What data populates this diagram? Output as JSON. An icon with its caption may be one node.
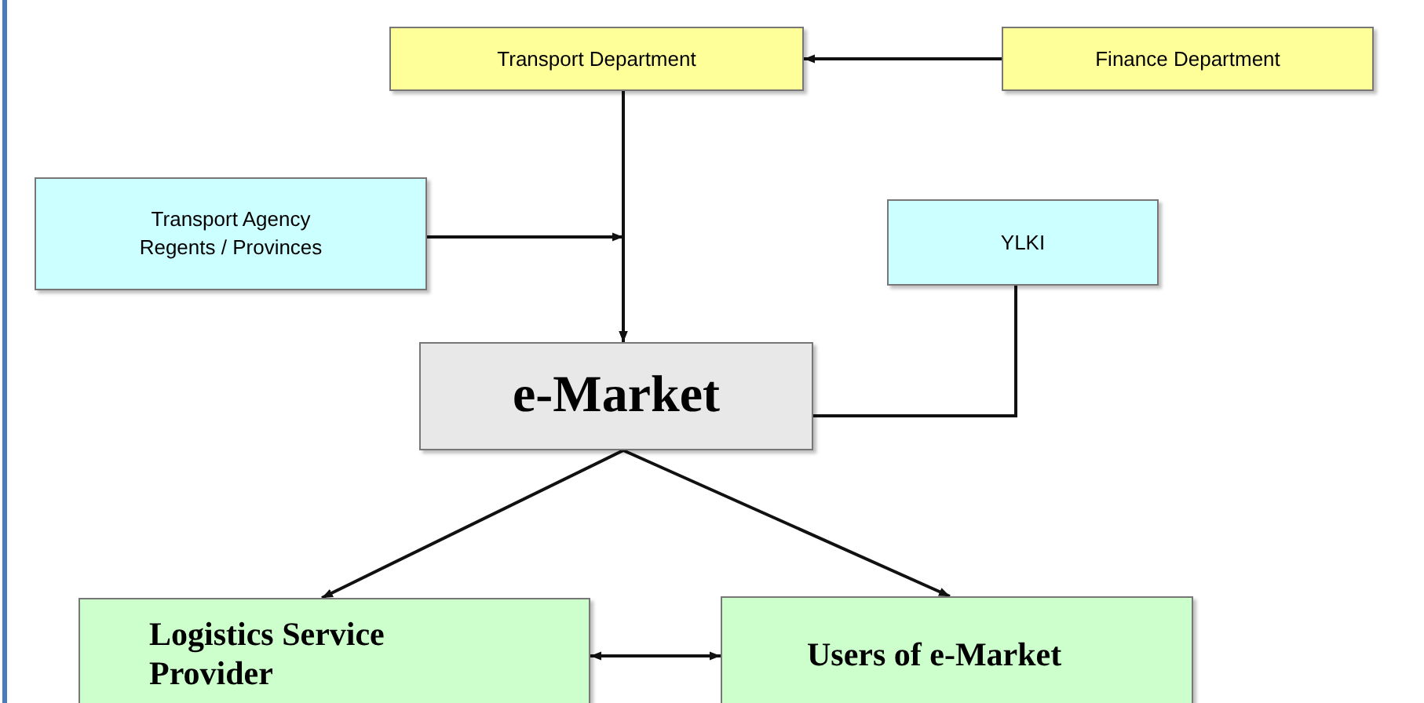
{
  "diagram": {
    "nodes": [
      {
        "text": [
          "Transport Department"
        ]
      },
      {
        "text": [
          "Finance Department"
        ]
      },
      {
        "text": [
          "Transport Agency Regents / Provinces"
        ]
      },
      {
        "text": [
          "YLKI"
        ]
      },
      {
        "text": [
          "e-Market"
        ]
      },
      {
        "text": [
          "Logistics Service Provider"
        ]
      },
      {
        "text": [
          "Users of e-Market"
        ]
      }
    ],
    "edges": [
      {
        "from": 1,
        "to": 0,
        "arrow": "to"
      },
      {
        "from": 0,
        "to": 4,
        "arrow": "to"
      },
      {
        "from": 2,
        "to": 4,
        "arrow": "to"
      },
      {
        "from": 3,
        "to": 4,
        "arrow": "none"
      },
      {
        "from": 4,
        "to": 5,
        "arrow": "to"
      },
      {
        "from": 4,
        "to": 6,
        "arrow": "to"
      },
      {
        "from": 5,
        "to": 6,
        "arrow": "both"
      }
    ]
  }
}
